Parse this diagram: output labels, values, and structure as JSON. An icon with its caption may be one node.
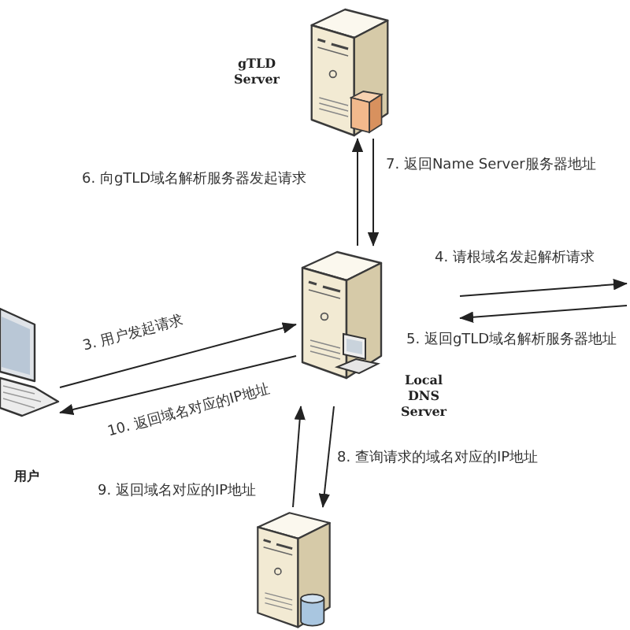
{
  "diagram": {
    "nodes": [
      {
        "text": [
          "gTLD Server"
        ]
      },
      {
        "text": [
          "Local DNS Server"
        ]
      },
      {
        "text": [
          "用户"
        ]
      },
      {
        "text": [],
        "shape": "picture"
      }
    ],
    "edges": [
      {
        "from": 2,
        "to": 1,
        "arrow": "to",
        "label": "3. 用户发起请求"
      },
      {
        "from": 1,
        "to": null,
        "arrow": "to",
        "label": "4. 请根域名发起解析请求"
      },
      {
        "from": null,
        "to": 1,
        "arrow": "to",
        "label": "5. 返回gTLD域名解析服务器地址"
      },
      {
        "from": 1,
        "to": 0,
        "arrow": "to",
        "label": "6. 向gTLD域名解析服务器发起请求"
      },
      {
        "from": 0,
        "to": 1,
        "arrow": "to",
        "label": "7. 返回Name Server服务器地址"
      },
      {
        "from": 1,
        "to": 3,
        "arrow": "to",
        "label": "8. 查询请求的域名对应的IP地址"
      },
      {
        "from": 3,
        "to": 1,
        "arrow": "to",
        "label": "9. 返回域名对应的IP地址"
      },
      {
        "from": 1,
        "to": 2,
        "arrow": "to",
        "label": "10. 返回域名对应的IP地址"
      }
    ]
  }
}
